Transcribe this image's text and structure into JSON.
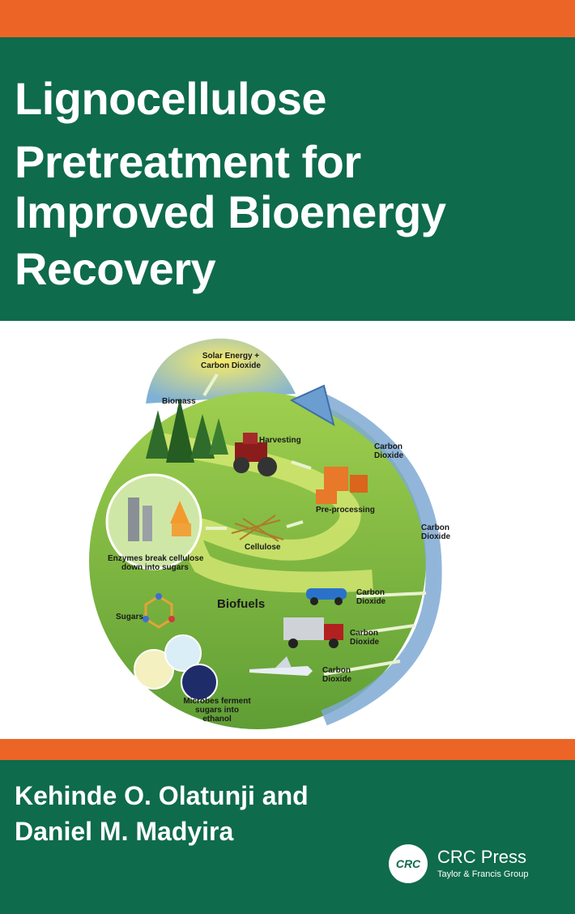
{
  "colors": {
    "accent_orange": "#ec6526",
    "brand_green": "#0e6b4b"
  },
  "book": {
    "title_lines": [
      "Lignocellulose",
      "Pretreatment for",
      "Improved Bioenergy",
      "Recovery"
    ],
    "authors": [
      "Kehinde O. Olatunji and",
      "Daniel M. Madyira"
    ]
  },
  "diagram": {
    "solar_line1": "Solar Energy +",
    "solar_line2": "Carbon Dioxide",
    "biomass": "Biomass",
    "harvesting": "Harvesting",
    "preprocessing": "Pre-processing",
    "cellulose": "Cellulose",
    "enzymes_line1": "Enzymes break cellulose",
    "enzymes_line2": "down into sugars",
    "sugars": "Sugars",
    "biofuels": "Biofuels",
    "microbes_line1": "Microbes ferment",
    "microbes_line2": "sugars into",
    "microbes_line3": "ethanol",
    "co2_word1": "Carbon",
    "co2_word2": "Dioxide"
  },
  "publisher": {
    "logo": "CRC",
    "name": "CRC Press",
    "subtitle": "Taylor & Francis Group"
  }
}
